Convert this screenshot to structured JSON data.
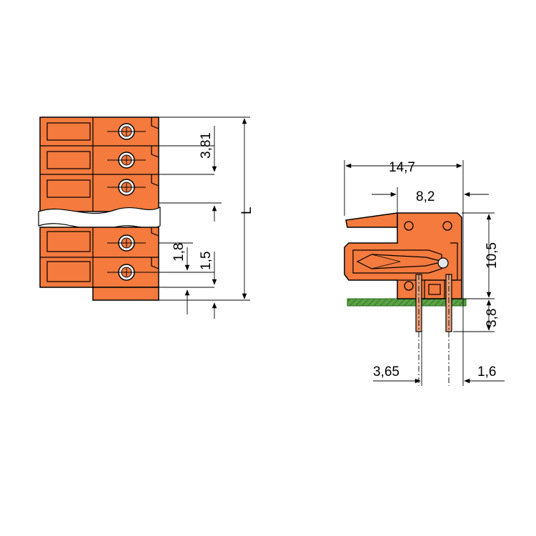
{
  "colors": {
    "housing": "#f47a3e",
    "pcb": "#5aa046",
    "pin": "#e9a07a",
    "line": "#000000",
    "background": "#ffffff"
  },
  "front_view": {
    "dims": {
      "pitch": "3,81",
      "total_length": "L",
      "pin_offset": "1,8",
      "edge_offset": "1,5"
    }
  },
  "side_view": {
    "dims": {
      "width": "14,7",
      "depth": "8,2",
      "height": "10,5",
      "pin_length": "3,8",
      "pin_to_front": "3,65",
      "pin_to_back": "1,6"
    }
  }
}
